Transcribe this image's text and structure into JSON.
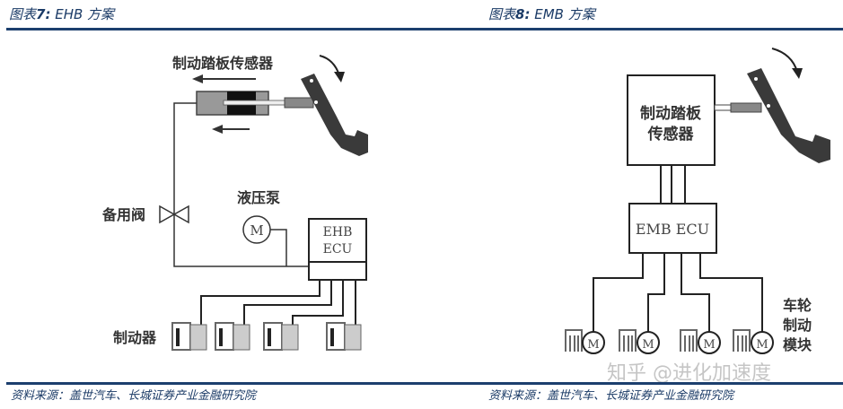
{
  "figures": [
    {
      "id": "fig7",
      "title_prefix": "图表",
      "title_number": "7:",
      "title_text": "EHB 方案",
      "labels": {
        "pedal_sensor": "制动踏板传感器",
        "backup_valve": "备用阀",
        "hydraulic_pump": "液压泵",
        "motor": "M",
        "ecu_line1": "EHB",
        "ecu_line2": "ECU",
        "brakes": "制动器"
      },
      "source": "资料来源：盖世汽车、长城证券产业金融研究院"
    },
    {
      "id": "fig8",
      "title_prefix": "图表",
      "title_number": "8:",
      "title_text": "EMB 方案",
      "labels": {
        "pedal_sensor_line1": "制动踏板",
        "pedal_sensor_line2": "传感器",
        "ecu": "EMB ECU",
        "motor": "M",
        "wheel_module_row1": "车轮",
        "wheel_module_row2": "制动",
        "wheel_module_row3": "模块"
      },
      "source": "资料来源：盖世汽车、长城证券产业金融研究院"
    }
  ],
  "watermark": "知乎 @进化加速度",
  "colors": {
    "title": "#1a3a66",
    "rule": "#1c3f6e",
    "line": "#2a2a2a",
    "pedal": "#3a3a3a"
  }
}
